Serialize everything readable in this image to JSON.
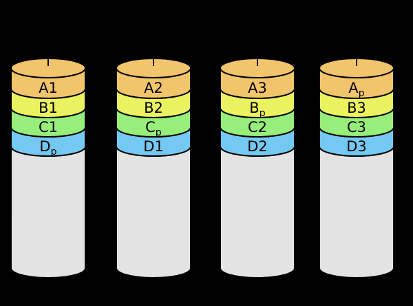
{
  "diagram": {
    "type": "raid-5-disk-array",
    "disk_count": 4,
    "stripe_rows": [
      "A",
      "B",
      "C",
      "D"
    ]
  },
  "colors": {
    "background": "#000000",
    "outline": "#000000",
    "band_a": "#F2C46B",
    "band_b": "#EBF25F",
    "band_c": "#97EE7B",
    "band_d": "#74C9F2",
    "body": "#E3E3E3"
  },
  "cylinders": [
    {
      "name": "disk-1",
      "bands": [
        {
          "main": "A1",
          "sub": ""
        },
        {
          "main": "B1",
          "sub": ""
        },
        {
          "main": "C1",
          "sub": ""
        },
        {
          "main": "D",
          "sub": "p"
        }
      ]
    },
    {
      "name": "disk-2",
      "bands": [
        {
          "main": "A2",
          "sub": ""
        },
        {
          "main": "B2",
          "sub": ""
        },
        {
          "main": "C",
          "sub": "p"
        },
        {
          "main": "D1",
          "sub": ""
        }
      ]
    },
    {
      "name": "disk-3",
      "bands": [
        {
          "main": "A3",
          "sub": ""
        },
        {
          "main": "B",
          "sub": "p"
        },
        {
          "main": "C2",
          "sub": ""
        },
        {
          "main": "D2",
          "sub": ""
        }
      ]
    },
    {
      "name": "disk-4",
      "bands": [
        {
          "main": "A",
          "sub": "p"
        },
        {
          "main": "B3",
          "sub": ""
        },
        {
          "main": "C3",
          "sub": ""
        },
        {
          "main": "D3",
          "sub": ""
        }
      ]
    }
  ]
}
